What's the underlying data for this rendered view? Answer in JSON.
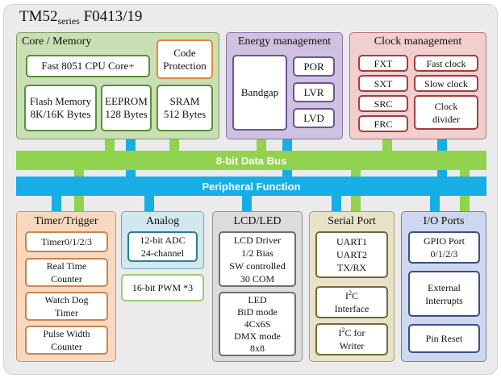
{
  "title": {
    "main": "TM52",
    "sub": "series",
    "model": " F0413/19"
  },
  "core": {
    "header": "Core / Memory",
    "cpu": "Fast 8051 CPU Core+",
    "code_protection": [
      "Code",
      "Protection"
    ],
    "flash": [
      "Flash Memory",
      "8K/16K Bytes"
    ],
    "eeprom": [
      "EEPROM",
      "128 Bytes"
    ],
    "sram": [
      "SRAM",
      "512 Bytes"
    ]
  },
  "energy": {
    "header": "Energy management",
    "bandgap": "Bandgap",
    "por": "POR",
    "lvr": "LVR",
    "lvd": "LVD"
  },
  "clock": {
    "header": "Clock management",
    "fxt": "FXT",
    "sxt": "SXT",
    "src": "SRC",
    "frc": "FRC",
    "fast": "Fast clock",
    "slow": "Slow clock",
    "divider": [
      "Clock",
      "divider"
    ]
  },
  "bus": {
    "data": "8-bit Data Bus",
    "peripheral": "Peripheral Function"
  },
  "timer": {
    "header": "Timer/Trigger",
    "timers": "Timer0/1/2/3",
    "rtc": [
      "Real Time",
      "Counter"
    ],
    "wdt": [
      "Watch Dog",
      "Timer"
    ],
    "pwc": [
      "Pulse Width",
      "Counter"
    ]
  },
  "analog": {
    "header": "Analog",
    "adc": [
      "12-bit ADC",
      "24-channel"
    ],
    "pwm": "16-bit PWM *3"
  },
  "lcd": {
    "header": "LCD/LED",
    "lcd_driver": [
      "LCD Driver",
      "1/2 Bias",
      "SW controlled",
      "30 COM"
    ],
    "led": [
      "LED",
      "BiD mode",
      "4Cx6S",
      "DMX mode",
      "8x8"
    ]
  },
  "serial": {
    "header": "Serial Port",
    "uart": [
      "UART1",
      "UART2",
      "TX/RX"
    ],
    "i2c": {
      "pre": "I",
      "sup": "2",
      "post": "C",
      "line2": "Interface"
    },
    "i2c_writer": {
      "pre": "I",
      "sup": "2",
      "post": "C for",
      "line2": "Writer"
    }
  },
  "io": {
    "header": "I/O Ports",
    "gpio": [
      "GPIO Port",
      "0/1/2/3"
    ],
    "ext_int": [
      "External",
      "Interrupts"
    ],
    "pin_reset": "Pin Reset"
  }
}
